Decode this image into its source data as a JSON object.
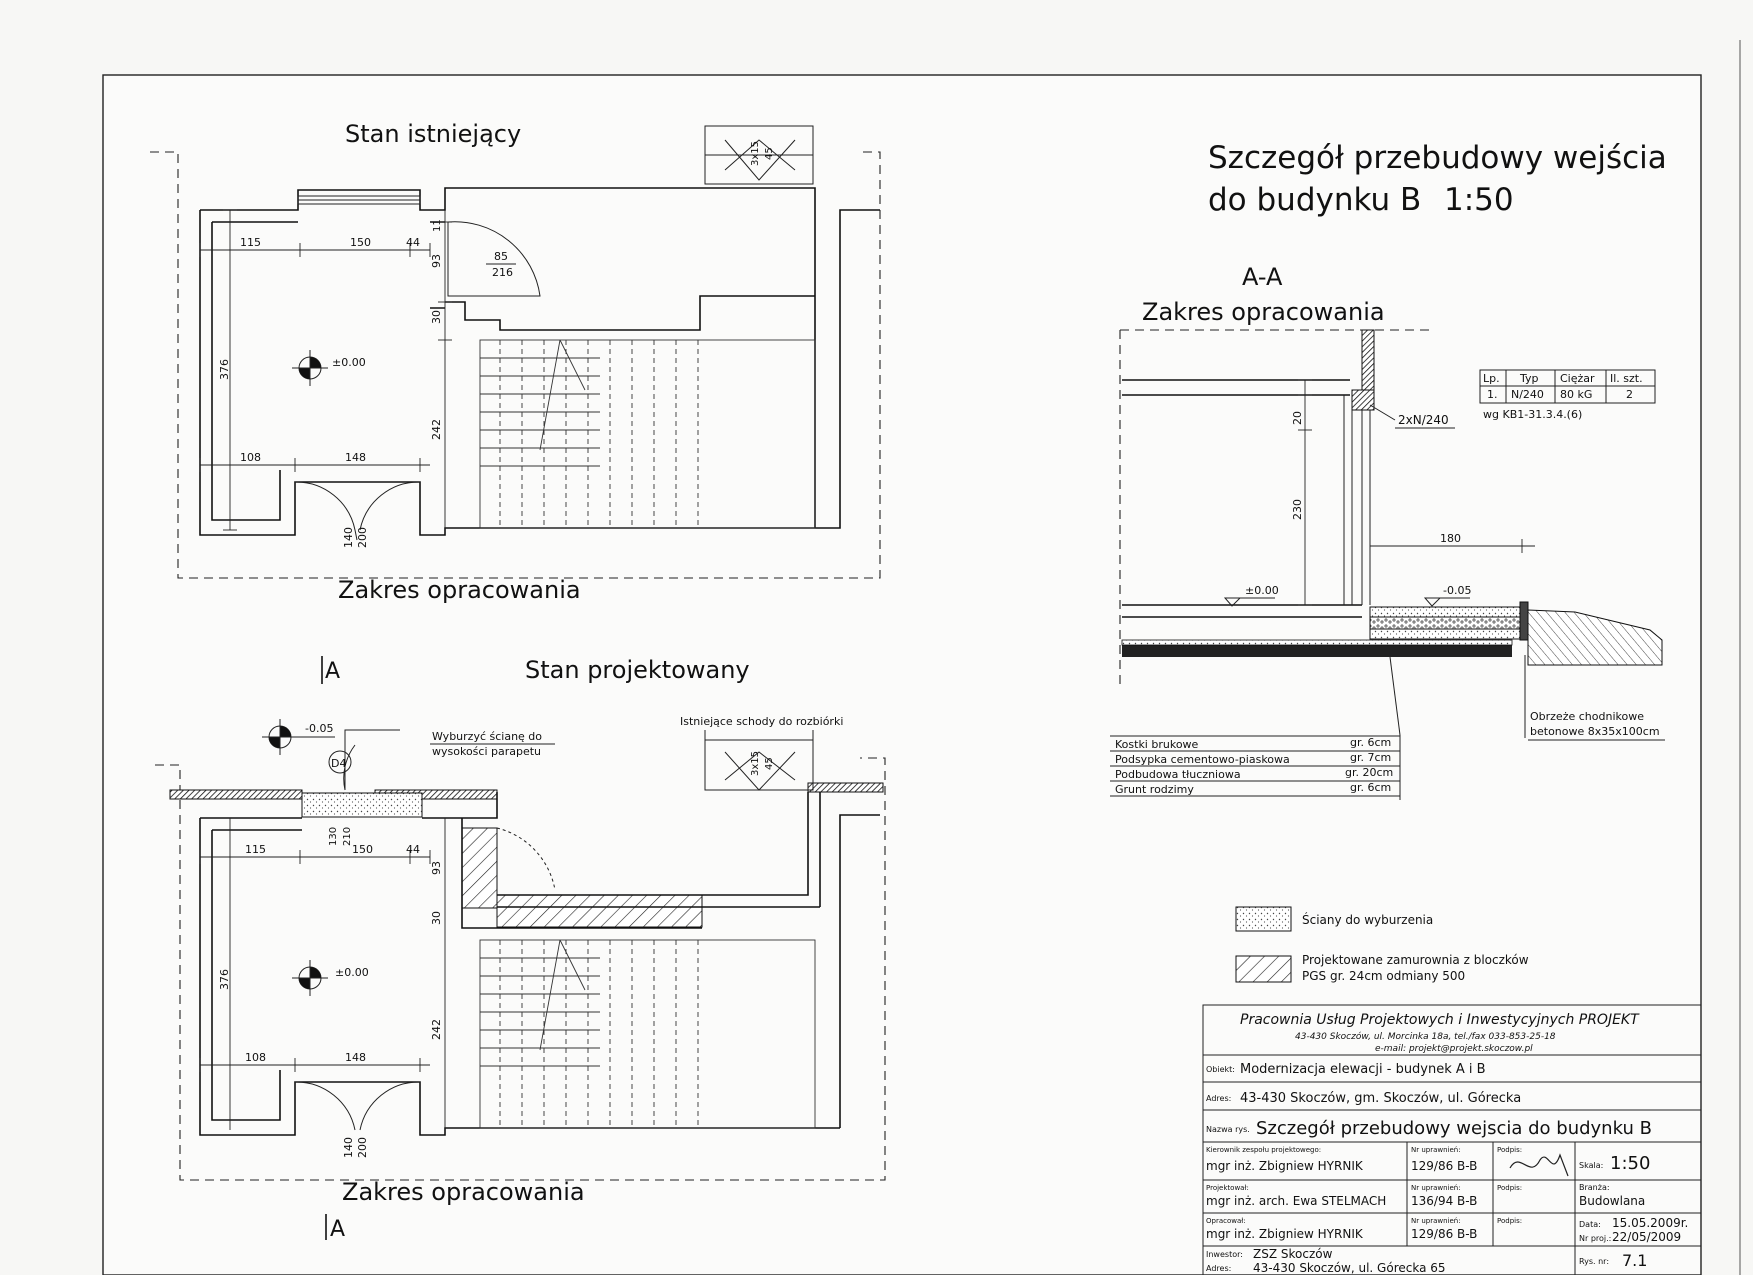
{
  "main_title": {
    "line1": "Szczegół przebudowy wejścia",
    "line2": "do budynku B",
    "scale": "1:50"
  },
  "plan_existing": {
    "title": "Stan istniejący",
    "extent_label": "Zakres opracowania",
    "dims": {
      "d115": "115",
      "d150": "150",
      "d44": "44",
      "d11": "11",
      "d93": "93",
      "d30": "30",
      "d242": "242",
      "d376": "376",
      "d108": "108",
      "d148": "148",
      "d140": "140",
      "d200": "200",
      "d85": "85",
      "d216": "216",
      "d315": "3x15",
      "d45": "45"
    },
    "level": "±0.00"
  },
  "plan_designed": {
    "title": "Stan projektowany",
    "extent_label": "Zakres opracowania",
    "section_mark": "A",
    "level_top": "-0.05",
    "level": "±0.00",
    "door_tag": "D4",
    "note_demolish_line1": "Wyburzyć ścianę do",
    "note_demolish_line2": "wysokości parapetu",
    "note_stairs": "Istniejące schody do rozbiórki",
    "dims": {
      "d115": "115",
      "d150": "150",
      "d44": "44",
      "d93": "93",
      "d30": "30",
      "d130": "130",
      "d210": "210",
      "d242": "242",
      "d376": "376",
      "d108": "108",
      "d148": "148",
      "d140": "140",
      "d200": "200",
      "d315": "3x15",
      "d45": "45"
    }
  },
  "section": {
    "title": "A-A",
    "extent_label": "Zakres opracowania",
    "lintel_label": "2xN/240",
    "dims": {
      "d20": "20",
      "d230": "230",
      "d180": "180"
    },
    "level_floor": "±0.00",
    "level_outside": "-0.05",
    "curb_line1": "Obrzeże chodnikowe",
    "curb_line2": "betonowe 8x35x100cm",
    "lintel_table": {
      "headers": [
        "Lp.",
        "Typ",
        "Ciężar",
        "Il. szt."
      ],
      "row": [
        "1.",
        "N/240",
        "80 kG",
        "2"
      ],
      "note": "wg KB1-31.3.4.(6)"
    },
    "layers": [
      {
        "name": "Kostki brukowe",
        "thk": "gr. 6cm"
      },
      {
        "name": "Podsypka cementowo-piaskowa",
        "thk": "gr. 7cm"
      },
      {
        "name": "Podbudowa tłuczniowa",
        "thk": "gr. 20cm"
      },
      {
        "name": "Grunt rodzimy",
        "thk": "gr. 6cm"
      }
    ]
  },
  "legend": {
    "demolish": "Ściany do wyburzenia",
    "new_wall_line1": "Projektowane zamurownia z bloczków",
    "new_wall_line2": "PGS gr. 24cm odmiany 500"
  },
  "title_block": {
    "company": "Pracownia Usług Projektowych i Inwestycyjnych PROJEKT",
    "address_line": "43-430 Skoczów, ul. Morcinka 18a, tel./fax 033-853-25-18",
    "email_line": "e-mail: projekt@projekt.skoczow.pl",
    "object_label": "Obiekt:",
    "object_value": "Modernizacja elewacji - budynek A i B",
    "address_label": "Adres:",
    "address_value": "43-430 Skoczów, gm. Skoczów, ul. Górecka",
    "drawing_label": "Nazwa rys.",
    "drawing_value": "Szczegół przebudowy wejscia do budynku B",
    "r1_role": "Kierownik zespołu projektowego:",
    "r1_name": "mgr inż. Zbigniew HYRNIK",
    "r1_lic_label": "Nr uprawnień:",
    "r1_lic": "129/86 B-B",
    "r2_role": "Projektował:",
    "r2_name": "mgr inż. arch. Ewa STELMACH",
    "r2_lic_label": "Nr uprawnień:",
    "r2_lic": "136/94 B-B",
    "r3_role": "Opracował:",
    "r3_name": "mgr inż. Zbigniew HYRNIK",
    "r3_lic_label": "Nr uprawnień:",
    "r3_lic": "129/86 B-B",
    "sign_label": "Podpis:",
    "scale_label": "Skala:",
    "scale_value": "1:50",
    "branch_label": "Branża:",
    "branch_value": "Budowlana",
    "date_label": "Data:",
    "date_value": "15.05.2009r.",
    "proj_label": "Nr proj.:",
    "proj_value": "22/05/2009",
    "investor_label": "Inwestor:",
    "investor_value": "ZSZ Skoczów",
    "inv_addr_label": "Adres:",
    "inv_addr_value": "43-430 Skoczów, ul. Górecka 65",
    "sheet_label": "Rys. nr:",
    "sheet_value": "7.1"
  }
}
